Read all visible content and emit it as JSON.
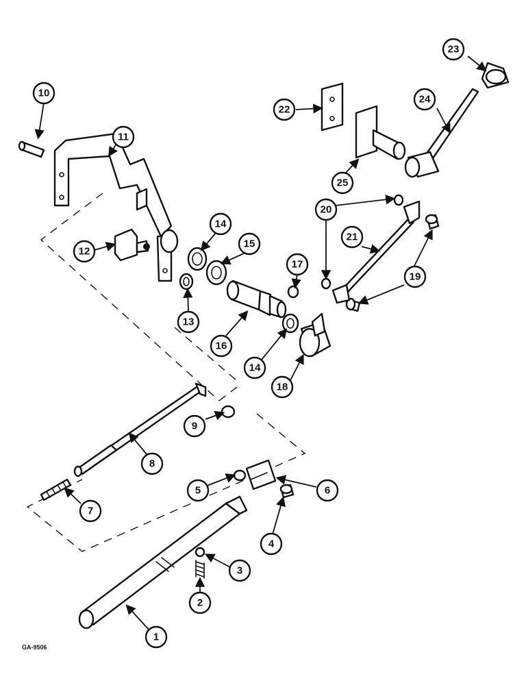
{
  "figure": {
    "reference_code": "GA-9506",
    "callouts": [
      {
        "label": "1"
      },
      {
        "label": "2"
      },
      {
        "label": "3"
      },
      {
        "label": "4"
      },
      {
        "label": "5"
      },
      {
        "label": "6"
      },
      {
        "label": "7"
      },
      {
        "label": "8"
      },
      {
        "label": "9"
      },
      {
        "label": "10"
      },
      {
        "label": "11"
      },
      {
        "label": "12"
      },
      {
        "label": "13"
      },
      {
        "label": "14"
      },
      {
        "label": "15"
      },
      {
        "label": "16"
      },
      {
        "label": "17"
      },
      {
        "label": "18"
      },
      {
        "label": "19"
      },
      {
        "label": "20"
      },
      {
        "label": "21"
      },
      {
        "label": "22"
      },
      {
        "label": "23"
      },
      {
        "label": "24"
      },
      {
        "label": "25"
      },
      {
        "label": "14"
      },
      {
        "label": "19"
      },
      {
        "label": "20"
      }
    ]
  }
}
